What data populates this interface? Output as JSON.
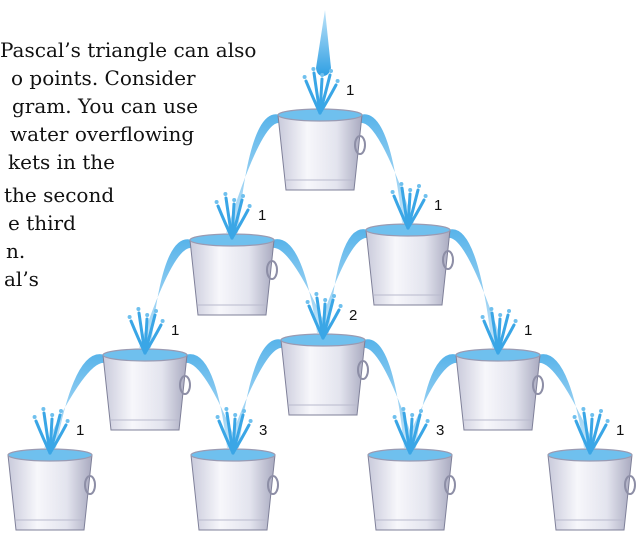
{
  "text_block_1": [
    "Pascal’s triangle can also",
    "o points. Consider",
    "gram. You can use",
    "water overflowing",
    "kets in the"
  ],
  "text_block_2": [
    "the second",
    "e third",
    "n.",
    "al’s"
  ],
  "rows": [
    [
      1
    ],
    [
      1,
      1
    ],
    [
      1,
      2,
      1
    ],
    [
      1,
      3,
      3,
      1
    ]
  ],
  "colors": {
    "water_light": "#cfe9fb",
    "water_dark": "#3aa6e6",
    "bucket_light": "#f4f4f8",
    "bucket_dark": "#a9aac0"
  },
  "icons": [
    "water-stream-icon",
    "bucket-icon",
    "water-splash-icon",
    "water-arc-icon"
  ]
}
